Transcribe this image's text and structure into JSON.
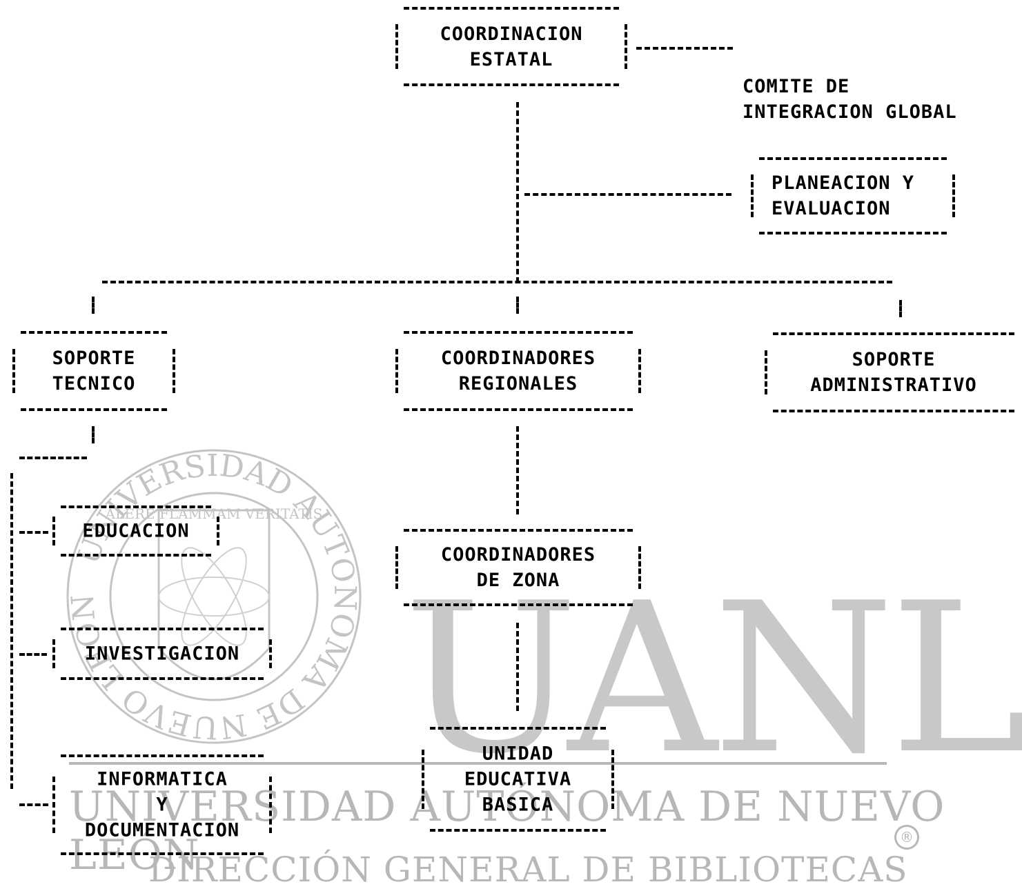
{
  "nodes": {
    "coordinacion_estatal": [
      "COORDINACION",
      "ESTATAL"
    ],
    "comite": [
      "COMITE DE",
      "INTEGRACION GLOBAL"
    ],
    "planeacion": [
      "PLANEACION Y",
      "EVALUACION"
    ],
    "soporte_tecnico": [
      "SOPORTE",
      "TECNICO"
    ],
    "coordinadores_regionales": [
      "COORDINADORES",
      "REGIONALES"
    ],
    "soporte_administrativo": [
      "SOPORTE",
      "ADMINISTRATIVO"
    ],
    "educacion": [
      "EDUCACION"
    ],
    "investigacion": [
      "INVESTIGACION"
    ],
    "informatica": [
      "INFORMATICA",
      "Y",
      "DOCUMENTACION"
    ],
    "coordinadores_zona": [
      "COORDINADORES",
      "DE ZONA"
    ],
    "unidad_educativa": [
      "UNIDAD",
      "EDUCATIVA",
      "BASICA"
    ]
  },
  "watermark": {
    "logo_text": "UANL",
    "university": "UNIVERSIDAD AUTÓNOMA DE NUEVO LEÓN",
    "library": "DIRECCIÓN GENERAL DE BIBLIOTECAS",
    "seal_ring": "UNIVERSIDAD AUTONOMA DE NUEVO LEON",
    "seal_motto": "ALERE FLAMMAM VERITATIS",
    "registered_mark": "®"
  },
  "colors": {
    "ink": "#000000",
    "watermark": "#b7b7b7"
  }
}
